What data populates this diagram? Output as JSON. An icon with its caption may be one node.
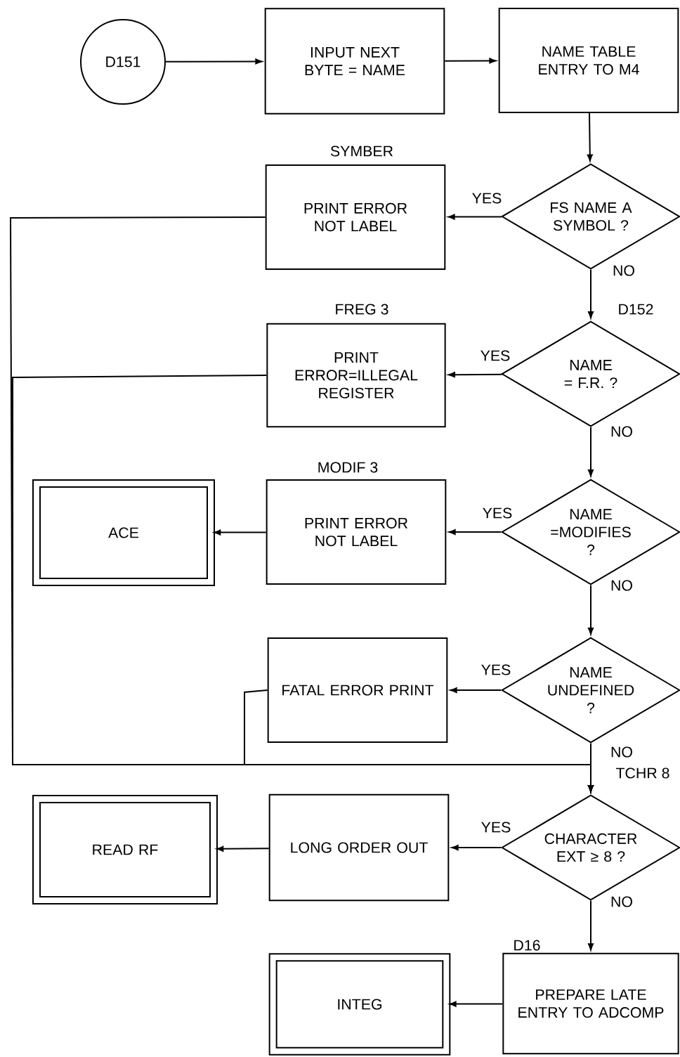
{
  "diagram": {
    "nodes": [
      {
        "text": [
          "D151"
        ]
      },
      {
        "text": [
          "INPUT NEXT BYTE = NAME"
        ]
      },
      {
        "text": [
          "NAME TABLE ENTRY TO M4"
        ]
      },
      {
        "text": [
          "FS NAME A SYMBOL ?"
        ]
      },
      {
        "text": [
          "PRINT ERROR NOT LABEL"
        ],
        "beside": [
          "SYMBER"
        ]
      },
      {
        "text": [
          "NAME = F.R. ?"
        ],
        "beside": [
          "D152"
        ]
      },
      {
        "text": [
          "PRINT ERROR=ILLEGAL REGISTER"
        ],
        "beside": [
          "FREG 3"
        ]
      },
      {
        "text": [
          "NAME =MODIFIES ?"
        ]
      },
      {
        "text": [
          "ACE"
        ]
      },
      {
        "text": [
          "PRINT ERROR NOT LABEL"
        ],
        "beside": [
          "MODIF 3"
        ]
      },
      {
        "text": [
          "NAME UNDEFINED ?"
        ]
      },
      {
        "text": [
          "FATAL ERROR PRINT"
        ]
      },
      {
        "text": [
          "CHARACTER EXT ≥ 8 ?"
        ],
        "beside": [
          "TCHR 8"
        ]
      },
      {
        "text": [
          "READ RF"
        ]
      },
      {
        "text": [
          "LONG ORDER OUT"
        ]
      },
      {
        "text": [
          "PREPARE LATE ENTRY TO ADCOMP"
        ],
        "beside": [
          "D16"
        ]
      },
      {
        "text": [
          "INTEG"
        ]
      }
    ],
    "edges": [
      {
        "from": 0,
        "to": 1,
        "arrow": "to"
      },
      {
        "from": 1,
        "to": 2,
        "arrow": "to"
      },
      {
        "from": 2,
        "to": 3,
        "arrow": "to"
      },
      {
        "from": 3,
        "to": 4,
        "arrow": "to",
        "label": "YES"
      },
      {
        "from": 3,
        "to": 5,
        "arrow": "to",
        "label": "NO"
      },
      {
        "from": 5,
        "to": 6,
        "arrow": "to",
        "label": "YES"
      },
      {
        "from": 5,
        "to": 7,
        "arrow": "to",
        "label": "NO"
      },
      {
        "from": 7,
        "to": 9,
        "arrow": "to",
        "label": "YES"
      },
      {
        "from": 9,
        "to": 8,
        "arrow": "to"
      },
      {
        "from": 7,
        "to": 10,
        "arrow": "to",
        "label": "NO"
      },
      {
        "from": 10,
        "to": 11,
        "arrow": "to",
        "label": "YES"
      },
      {
        "from": 10,
        "to": 12,
        "arrow": "to",
        "label": "NO"
      },
      {
        "from": 4,
        "to": 12,
        "arrow": "to"
      },
      {
        "from": 6,
        "to": 12,
        "arrow": "to"
      },
      {
        "from": 11,
        "to": 12,
        "arrow": "to"
      },
      {
        "from": 12,
        "to": 14,
        "arrow": "to",
        "label": "YES"
      },
      {
        "from": 14,
        "to": 13,
        "arrow": "to"
      },
      {
        "from": 12,
        "to": 15,
        "arrow": "to",
        "label": "NO"
      },
      {
        "from": 15,
        "to": 16,
        "arrow": "to"
      }
    ]
  }
}
